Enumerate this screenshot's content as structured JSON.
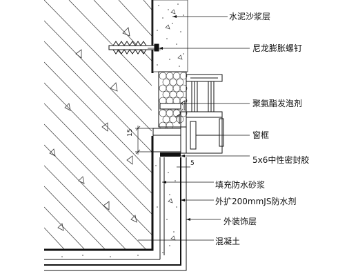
{
  "labels": {
    "cement_mortar": "水泥沙浆层",
    "nylon_anchor": "尼龙膨胀螺钉",
    "pu_foam": "聚氨酯发泡剂",
    "window_frame": "窗框",
    "sealant": "5x6中性密封胶",
    "waterproof_mortar": "填充防水砂浆",
    "js_coating": "外扩200mmJS防水剂",
    "finish_layer": "外装饰层",
    "concrete": "混凝土"
  },
  "dimensions": {
    "height_15": "15",
    "gap_5": "5"
  }
}
